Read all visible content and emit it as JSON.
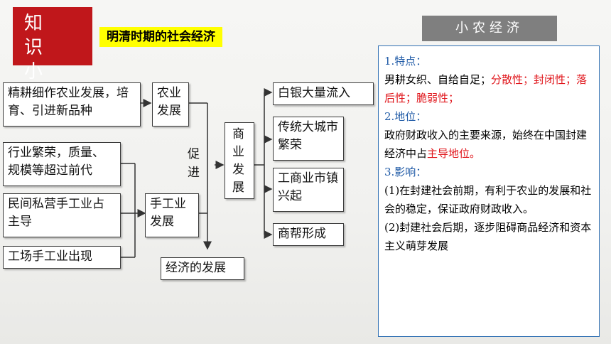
{
  "badge": {
    "line1": "知 识",
    "line2": "小 结"
  },
  "title": "明清时期的社会经济",
  "diagram": {
    "box_jinggeng": "精耕细作农业发展，培育、引进新品种",
    "box_nongye": "农业发展",
    "box_hangye": "行业繁荣，质量、规模等超过前代",
    "box_minjian": "民间私营手工业占主导",
    "box_gongchang": "工场手工业出现",
    "box_shougongye": "手工业发展",
    "label_cujin": "促进",
    "box_shangye": "商业发展",
    "box_jingji": "经济的发展",
    "box_baiyin": "白银大量流入",
    "box_chuantong": "传统大城市繁荣",
    "box_gongshang": "工商业市镇兴起",
    "box_shangbang": "商帮形成"
  },
  "panel": {
    "header": "小农经济",
    "h1": "1.特点：",
    "t1_normal": "男耕女织、自给自足；",
    "t1_red1": "分散性；",
    "t1_red2": "封闭性；落后性；脆弱性；",
    "h2": "2.地位：",
    "t2_normal": "政府财政收入的主要来源，始终在中国封建经济中占",
    "t2_red": "主导地位。",
    "h3": "3.影响：",
    "t3_p1": "(1)在封建社会前期，有利于农业的发展和社会的稳定，保证政府财政收入。",
    "t3_p2": "(2)封建社会后期，逐步阻碍商品经济和资本主义萌芽发展"
  },
  "colors": {
    "badge_red": "#c0171b",
    "title_yellow": "#ffff00",
    "panel_border": "#2f6fb3",
    "heading_blue": "#1f5aa6",
    "emphasis_red": "#e0141a"
  }
}
